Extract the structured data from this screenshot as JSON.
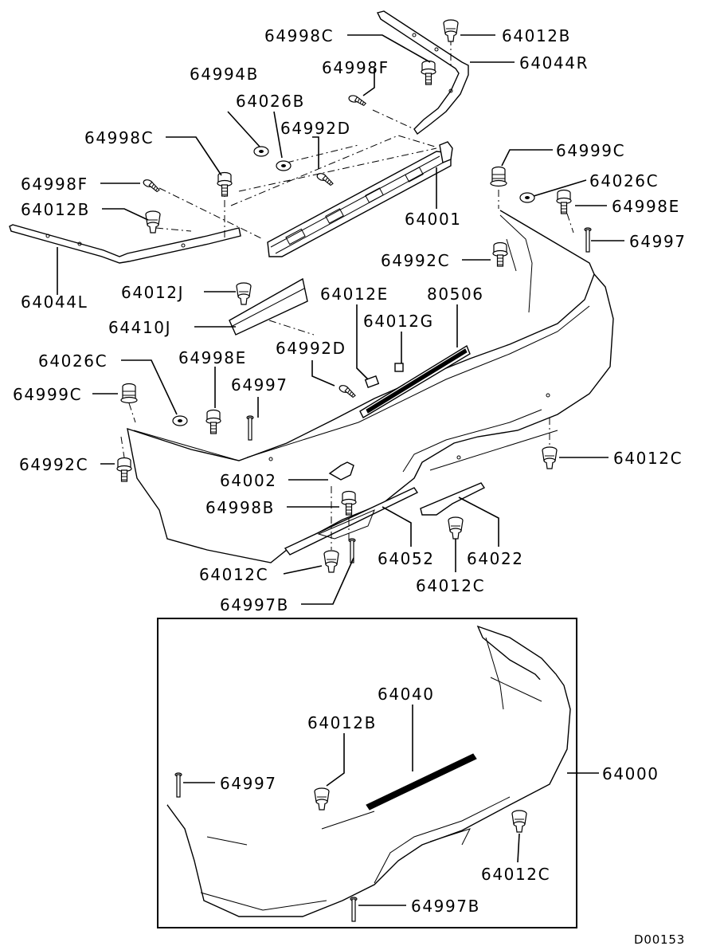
{
  "diagram_code": "D00153",
  "callouts": {
    "c_64998C_top": "64998C",
    "c_64012B_top": "64012B",
    "c_64044R": "64044R",
    "c_64998F_top": "64998F",
    "c_64994B": "64994B",
    "c_64026B": "64026B",
    "c_64992D_top": "64992D",
    "c_64998C_left": "64998C",
    "c_64998F_left": "64998F",
    "c_64012B_left": "64012B",
    "c_64001": "64001",
    "c_64044L": "64044L",
    "c_64999C_right": "64999C",
    "c_64026C_right": "64026C",
    "c_64998E_right": "64998E",
    "c_64997_right": "64997",
    "c_64992C_right": "64992C",
    "c_64012J": "64012J",
    "c_64410J": "64410J",
    "c_64012E": "64012E",
    "c_80506": "80506",
    "c_64012G": "64012G",
    "c_64992D_mid": "64992D",
    "c_64026C_left": "64026C",
    "c_64998E_left": "64998E",
    "c_64997_left": "64997",
    "c_64999C_left": "64999C",
    "c_64992C_left": "64992C",
    "c_64012C_right": "64012C",
    "c_64002": "64002",
    "c_64998B": "64998B",
    "c_64052": "64052",
    "c_64022": "64022",
    "c_64012C_bottom": "64012C",
    "c_64012C_left": "64012C",
    "c_64997B_top": "64997B",
    "c_64040": "64040",
    "c_64012B_inset": "64012B",
    "c_64997_inset": "64997",
    "c_64000": "64000",
    "c_64012C_inset": "64012C",
    "c_64997B_inset": "64997B"
  },
  "icons": [
    "clip-icon",
    "bolt-icon",
    "washer-icon",
    "rivet-icon",
    "screw-icon"
  ]
}
